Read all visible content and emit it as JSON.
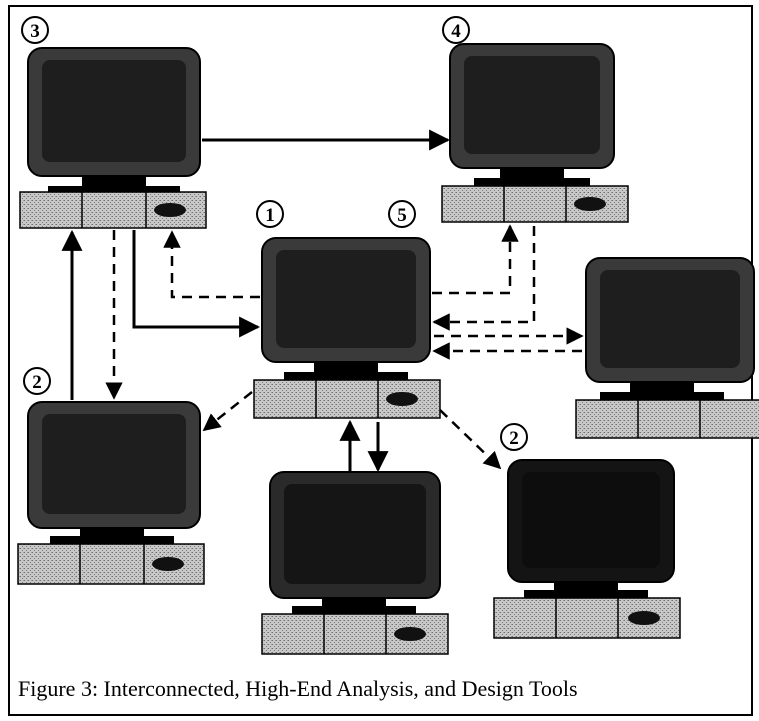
{
  "figure": {
    "caption": "Figure 3: Interconnected, High-End Analysis, and Design Tools"
  },
  "markers": {
    "m3": "3",
    "m4": "4",
    "m1": "1",
    "m5": "5",
    "m2_left": "2",
    "m2_right": "2"
  },
  "colors": {
    "monitor_body": "#3a3a3a",
    "monitor_screen": "#1e1e1e",
    "base_gray": "#b4b4b4",
    "line": "#000000"
  }
}
